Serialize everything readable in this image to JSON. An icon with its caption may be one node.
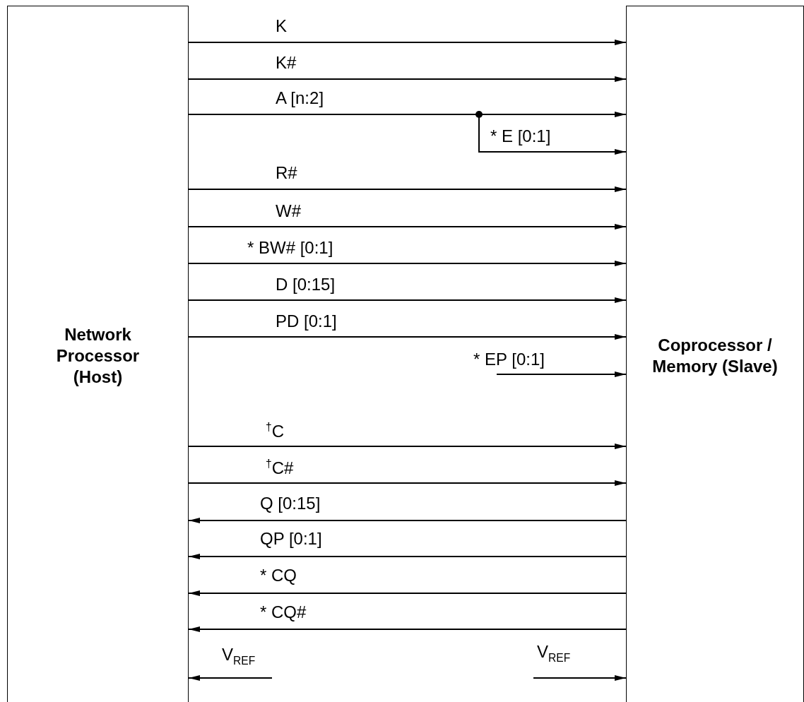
{
  "diagram": {
    "nodes": [
      {
        "text": [
          "Network Processor (Host)"
        ]
      },
      {
        "text": [
          "Coprocessor / Memory (Slave)"
        ]
      }
    ],
    "edges": [
      {
        "from": 0,
        "to": 1,
        "arrow": "to",
        "label": "K"
      },
      {
        "from": 0,
        "to": 1,
        "arrow": "to",
        "label": "K#"
      },
      {
        "from": 0,
        "to": 1,
        "arrow": "to",
        "label": "A [n:2]"
      },
      {
        "from": 0,
        "to": 1,
        "arrow": "to",
        "label": "* E [0:1]"
      },
      {
        "from": 0,
        "to": 1,
        "arrow": "to",
        "label": "R#"
      },
      {
        "from": 0,
        "to": 1,
        "arrow": "to",
        "label": "W#"
      },
      {
        "from": 0,
        "to": 1,
        "arrow": "to",
        "label": "* BW# [0:1]"
      },
      {
        "from": 0,
        "to": 1,
        "arrow": "to",
        "label": "D [0:15]"
      },
      {
        "from": 0,
        "to": 1,
        "arrow": "to",
        "label": "PD [0:1]"
      },
      {
        "from": null,
        "to": 1,
        "arrow": "to",
        "label": "* EP [0:1]"
      },
      {
        "from": 0,
        "to": 1,
        "arrow": "to",
        "label": "$^{†}$C"
      },
      {
        "from": 0,
        "to": 1,
        "arrow": "to",
        "label": "$^{†}$C#"
      },
      {
        "from": 1,
        "to": 0,
        "arrow": "to",
        "label": "Q [0:15]"
      },
      {
        "from": 1,
        "to": 0,
        "arrow": "to",
        "label": "QP [0:1]"
      },
      {
        "from": 1,
        "to": 0,
        "arrow": "to",
        "label": "* CQ"
      },
      {
        "from": 1,
        "to": 0,
        "arrow": "to",
        "label": "* CQ#"
      },
      {
        "from": null,
        "to": 0,
        "arrow": "to",
        "label": "V$_{REF}$"
      },
      {
        "from": null,
        "to": 1,
        "arrow": "to",
        "label": "V$_{REF}$"
      }
    ]
  }
}
